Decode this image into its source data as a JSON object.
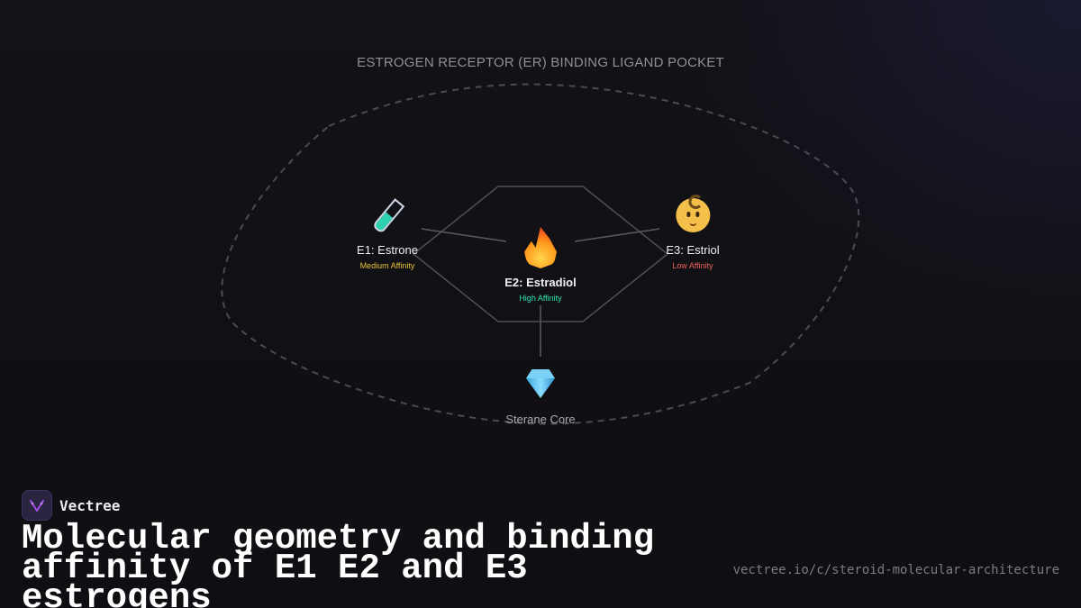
{
  "diagram": {
    "title": "ESTROGEN RECEPTOR (ER) BINDING LIGAND POCKET",
    "nodes": {
      "e1": {
        "label": "E1: Estrone",
        "affinity": "Medium Affinity",
        "icon": "test-tube-icon",
        "affinity_color": "#e8c23a"
      },
      "e2": {
        "label": "E2: Estradiol",
        "affinity": "High Affinity",
        "icon": "fire-icon",
        "affinity_color": "#2ee6b4"
      },
      "e3": {
        "label": "E3: Estriol",
        "affinity": "Low Affinity",
        "icon": "baby-face-icon",
        "affinity_color": "#f0625a"
      },
      "core": {
        "label": "Sterane Core",
        "icon": "gem-icon"
      }
    },
    "colors": {
      "pocket_outline": "#4a4a52",
      "connector": "#4f4f57"
    }
  },
  "brand": {
    "name": "Vectree",
    "logo_icon": "vectree-logo-icon",
    "accent": "#a44de8"
  },
  "headline": "Molecular geometry and binding affinity of E1 E2 and E3 estrogens",
  "url": "vectree.io/c/steroid-molecular-architecture"
}
